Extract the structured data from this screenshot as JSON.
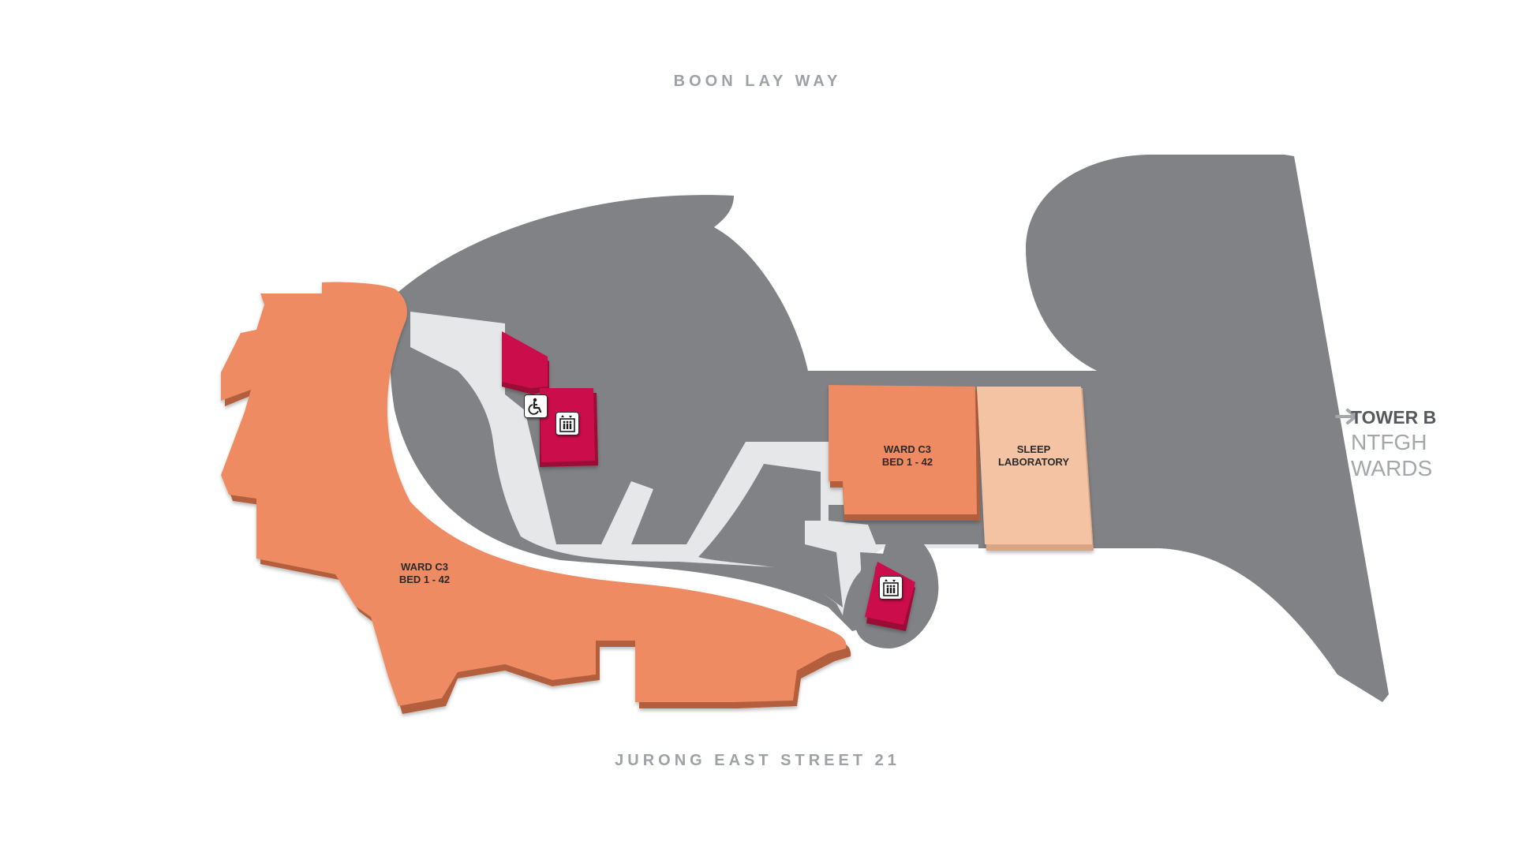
{
  "map": {
    "streets": {
      "north": "BOON LAY WAY",
      "south": "JURONG EAST STREET 21"
    },
    "rooms": [
      {
        "id": "ward-c3-main",
        "line1": "WARD C3",
        "line2": "BED 1 - 42"
      },
      {
        "id": "ward-c3-east",
        "line1": "WARD C3",
        "line2": "BED 1 - 42"
      },
      {
        "id": "sleep-laboratory",
        "line1": "SLEEP",
        "line2": "LABORATORY"
      }
    ],
    "exit": {
      "title": "TOWER B",
      "line1": "NTFGH",
      "line2": "WARDS"
    },
    "icons": [
      {
        "id": "accessible-toilet",
        "icon": "wheelchair-icon"
      },
      {
        "id": "lift-west",
        "icon": "elevator-icon"
      },
      {
        "id": "lift-east",
        "icon": "elevator-icon"
      }
    ],
    "colors": {
      "building_gray": "#808285",
      "ward_orange": "#ee8b62",
      "ward_orange_side": "#b35f3c",
      "lab_peach": "#f3c3a3",
      "corridor": "#e6e7e8",
      "lift_crimson": "#cc0a4b",
      "street_text": "#9ea1a5"
    }
  }
}
